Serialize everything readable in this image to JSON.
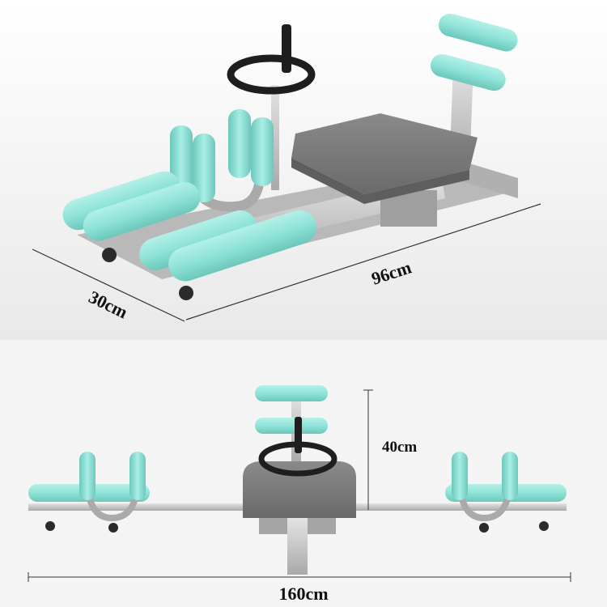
{
  "top_view": {
    "depth_label": "30cm",
    "length_label": "96cm"
  },
  "front_view": {
    "height_label": "40cm",
    "width_label": "160cm"
  },
  "colors": {
    "foam": "#8fe3d8",
    "seat": "#7c7c7c",
    "metal": "#c9c9c9",
    "wheel": "#2b2b2b"
  }
}
